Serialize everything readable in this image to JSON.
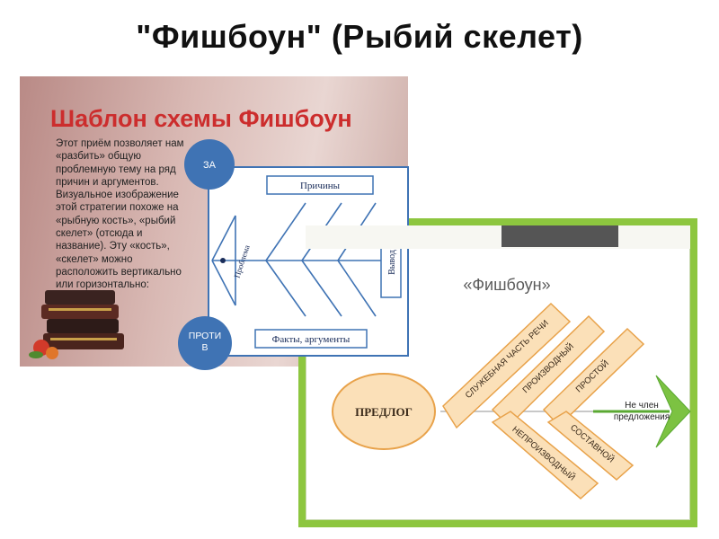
{
  "page_title": "\"Фишбоун\" (Рыбий скелет)",
  "slide1": {
    "title": "Шаблон схемы Фишбоун",
    "body_lines": [
      "Этот приём позволяет нам",
      "«разбить» общую",
      "проблемную тему на ряд",
      "причин и аргументов.",
      "Визуальное изображение",
      "этой стратегии похоже на",
      "«рыбную кость», «рыбий",
      "скелет» (отсюда и",
      "название). Эту «кость»,",
      "«скелет» можно",
      "расположить вертикально",
      "или горизонтально:"
    ],
    "circle_top": "ЗА",
    "circle_bottom_lines": [
      "ПРОТИ",
      "В"
    ],
    "box_causes": "Причины",
    "box_facts": "Факты, аргументы",
    "head_label": "Проблема",
    "tail_label": "Вывод",
    "colors": {
      "title": "#cc2d2d",
      "circle": "#3f73b4",
      "line": "#3f73b4"
    }
  },
  "slide2": {
    "title": "«Фишбоун»",
    "head_label": "ПРЕДЛОГ",
    "bones": [
      "СЛУЖЕБНАЯ ЧАСТЬ РЕЧИ",
      "ПРОИЗВОДНЫЙ",
      "ПРОСТОЙ",
      "НЕПРОИЗВОДНЫЙ",
      "СОСТАВНОЙ"
    ],
    "tail_lines": [
      "Не член",
      "предложения"
    ],
    "colors": {
      "frame": "#8dc63f",
      "bone_fill": "#fbe0b8",
      "bone_stroke": "#e8a24a",
      "arrow": "#7cc242"
    }
  }
}
